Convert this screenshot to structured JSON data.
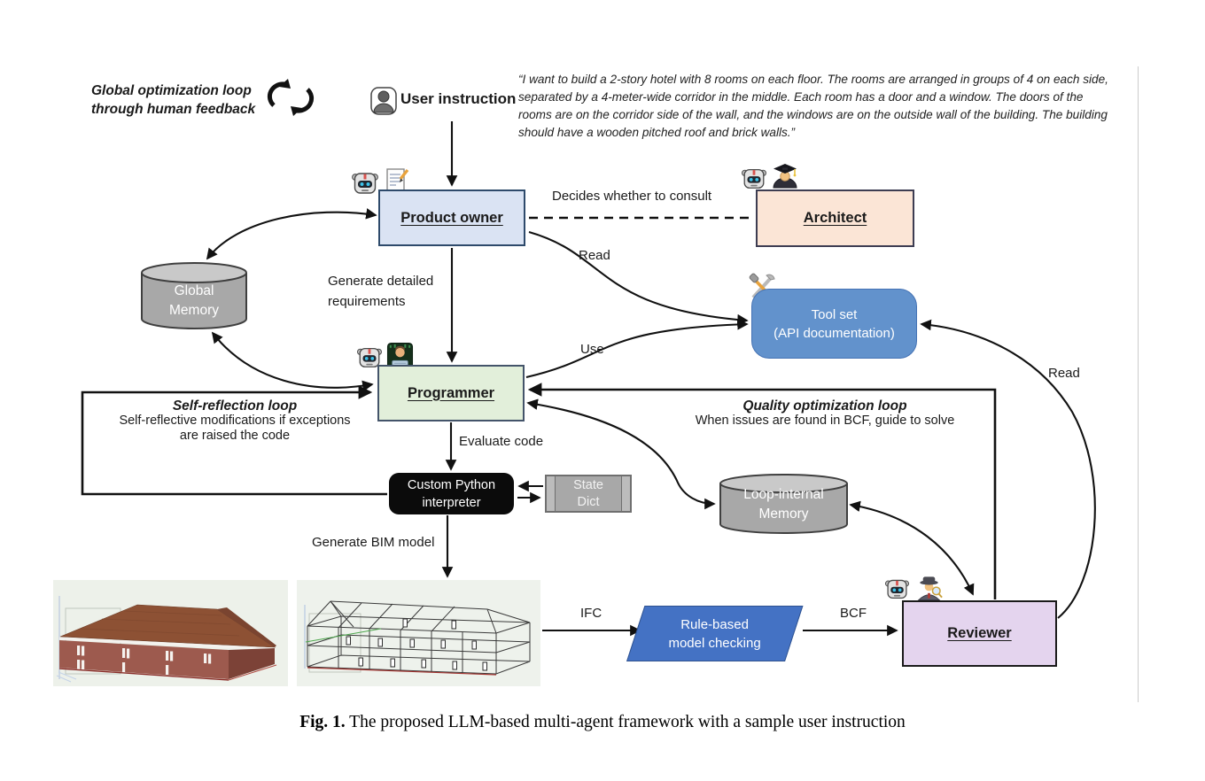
{
  "header": {
    "global_loop_line1": "Global optimization loop",
    "global_loop_line2": "through human feedback",
    "user_instruction": "User instruction",
    "quote": "“I want to build a 2-story hotel with 8 rooms on each floor. The rooms are arranged in groups of 4 on each side, separated by a 4-meter-wide corridor in the middle. Each room has a door and a window. The doors of the rooms are on the corridor side of the wall, and the windows are on the outside wall of the building. The building should have a wooden pitched roof and brick walls.”"
  },
  "nodes": {
    "product_owner": "Product owner",
    "architect": "Architect",
    "tool_set_line1": "Tool set",
    "tool_set_line2": "(API documentation)",
    "programmer": "Programmer",
    "interpreter_line1": "Custom Python",
    "interpreter_line2": "interpreter",
    "state_dict_line1": "State",
    "state_dict_line2": "Dict",
    "global_memory_line1": "Global",
    "global_memory_line2": "Memory",
    "loop_memory_line1": "Loop-internal",
    "loop_memory_line2": "Memory",
    "rule_check_line1": "Rule-based",
    "rule_check_line2": "model checking",
    "reviewer": "Reviewer"
  },
  "edges": {
    "decides": "Decides whether to consult",
    "generate_req_line1": "Generate detailed",
    "generate_req_line2": "requirements",
    "read_toolset": "Read",
    "use_toolset": "Use",
    "evaluate_code": "Evaluate code",
    "generate_bim": "Generate BIM model",
    "ifc": "IFC",
    "bcf": "BCF",
    "read_reviewer": "Read"
  },
  "loops": {
    "self_title": "Self-reflection loop",
    "self_line1": "Self-reflective modifications if exceptions",
    "self_line2": "are raised the code",
    "quality_title": "Quality optimization loop",
    "quality_line1": "When issues are found in BCF, guide to solve"
  },
  "caption": {
    "label": "Fig. 1.",
    "text": " The proposed LLM-based multi-agent framework with a sample user instruction"
  },
  "colors": {
    "product_owner_bg": "#dae3f3",
    "product_owner_border": "#2e4a6b",
    "architect_bg": "#fbe5d6",
    "architect_border": "#3d3d52",
    "tool_set_bg": "#6292cc",
    "tool_set_border": "#4472b4",
    "programmer_bg": "#e2efda",
    "programmer_border": "#44546a",
    "interpreter_bg": "#0b0b0b",
    "memory_body": "#a8a8a8",
    "memory_top": "#c9c9c9",
    "memory_border": "#3f3f3f",
    "state_bg": "#a8a8a8",
    "state_stripe": "#bcbcbc",
    "state_border": "#6f6f6f",
    "rule_bg": "#4472c4",
    "rule_border": "#2f528f",
    "reviewer_bg": "#e4d4ee",
    "reviewer_border": "#1a1a1a",
    "arrow": "#111111",
    "bim_bg": "#edf1ea"
  }
}
